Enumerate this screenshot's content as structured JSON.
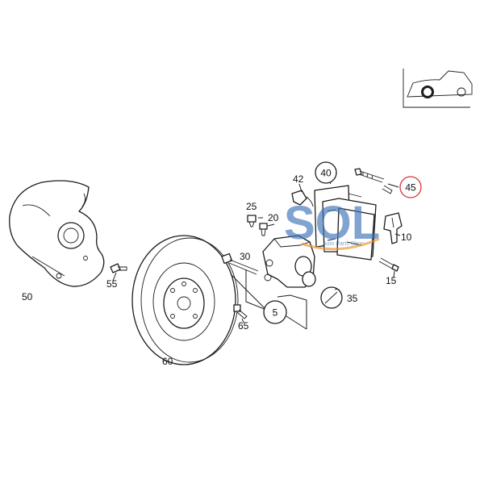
{
  "diagram": {
    "callouts": {
      "p5": "5",
      "p10": "10",
      "p15": "15",
      "p20": "20",
      "p25": "25",
      "p30": "30",
      "p35": "35",
      "p40": "40",
      "p42": "42",
      "p45": "45",
      "p50": "50",
      "p55": "55",
      "p60": "60",
      "p65": "65"
    },
    "highlight_color": "#d9343b",
    "watermark": {
      "text": "SOL",
      "subtext": "Auto Parts Shop",
      "color_primary": "#3f73b7",
      "color_accent": "#e8942a"
    }
  }
}
